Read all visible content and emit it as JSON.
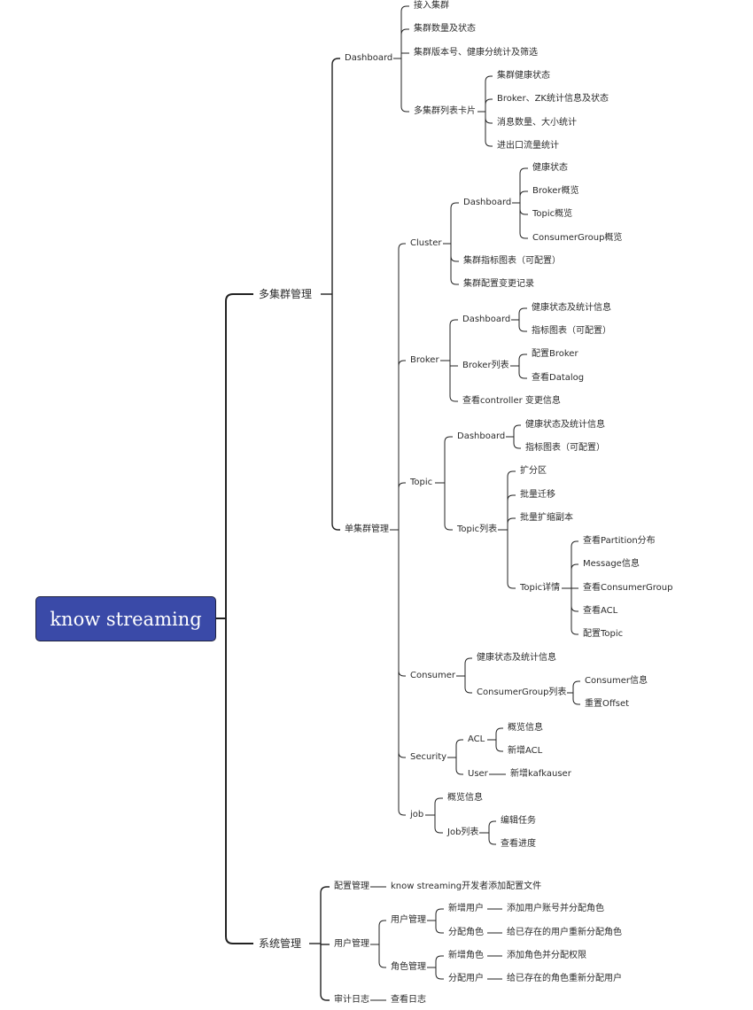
{
  "root": {
    "label": "know streaming"
  },
  "n": {
    "multi": "多集群管理",
    "single": "单集群管理",
    "sys": "系统管理",
    "dash": "Dashboard",
    "d1": "接入集群",
    "d2": "集群数量及状态",
    "d3": "集群版本号、健康分统计及筛选",
    "d4": "多集群列表卡片",
    "d4a": "集群健康状态",
    "d4b": "Broker、ZK统计信息及状态",
    "d4c": "消息数量、大小统计",
    "d4d": "进出口流量统计",
    "cluster": "Cluster",
    "cdash": "Dashboard",
    "cd1": "健康状态",
    "cd2": "Broker概览",
    "cd3": "Topic概览",
    "cd4": "ConsumerGroup概览",
    "cmet": "集群指标图表（可配置）",
    "ccfg": "集群配置变更记录",
    "broker": "Broker",
    "bdash": "Dashboard",
    "bd1": "健康状态及统计信息",
    "bd2": "指标图表（可配置）",
    "blist": "Broker列表",
    "bl1": "配置Broker",
    "bl2": "查看Datalog",
    "bctrl": "查看controller 变更信息",
    "topic": "Topic",
    "tdash": "Dashboard",
    "td1": "健康状态及统计信息",
    "td2": "指标图表（可配置）",
    "tlist": "Topic列表",
    "tl1": "扩分区",
    "tl2": "批量迁移",
    "tl3": "批量扩缩副本",
    "tdet": "Topic详情",
    "tt1": "查看Partition分布",
    "tt2": "Message信息",
    "tt3": "查看ConsumerGroup",
    "tt4": "查看ACL",
    "tt5": "配置Topic",
    "consumer": "Consumer",
    "co1": "健康状态及统计信息",
    "co2": "ConsumerGroup列表",
    "co2a": "Consumer信息",
    "co2b": "重置Offset",
    "security": "Security",
    "acl": "ACL",
    "acl1": "概览信息",
    "acl2": "新增ACL",
    "user": "User",
    "user1": "新增kafkauser",
    "job": "job",
    "j1": "概览信息",
    "j2": "Job列表",
    "j2a": "编辑任务",
    "j2b": "查看进度",
    "cfgm": "配置管理",
    "cfgm1": "know streaming开发者添加配置文件",
    "userm": "用户管理",
    "um1": "用户管理",
    "um1a": "新增用户",
    "um1a1": "添加用户账号并分配角色",
    "um1b": "分配角色",
    "um1b1": "给已存在的用户重新分配角色",
    "um2": "角色管理",
    "um2a": "新增角色",
    "um2a1": "添加角色并分配权限",
    "um2b": "分配用户",
    "um2b1": "给已存在的角色重新分配用户",
    "audit": "审计日志",
    "audit1": "查看日志"
  }
}
